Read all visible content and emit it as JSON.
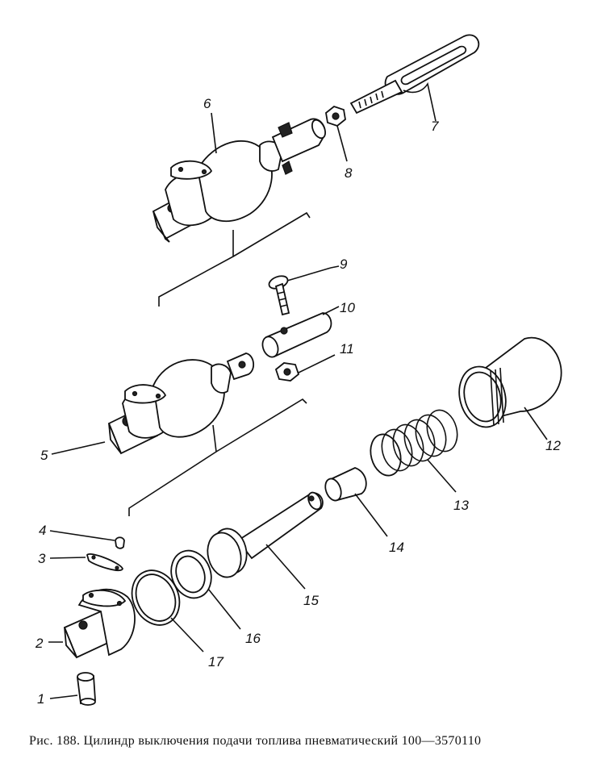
{
  "caption": "Рис. 188. Цилиндр выключения подачи топлива пневматический 100—3570110",
  "parts": [
    {
      "num": "1"
    },
    {
      "num": "2"
    },
    {
      "num": "3"
    },
    {
      "num": "4"
    },
    {
      "num": "5"
    },
    {
      "num": "6"
    },
    {
      "num": "7"
    },
    {
      "num": "8"
    },
    {
      "num": "9"
    },
    {
      "num": "10"
    },
    {
      "num": "11"
    },
    {
      "num": "12"
    },
    {
      "num": "13"
    },
    {
      "num": "14"
    },
    {
      "num": "15"
    },
    {
      "num": "16"
    },
    {
      "num": "17"
    }
  ]
}
